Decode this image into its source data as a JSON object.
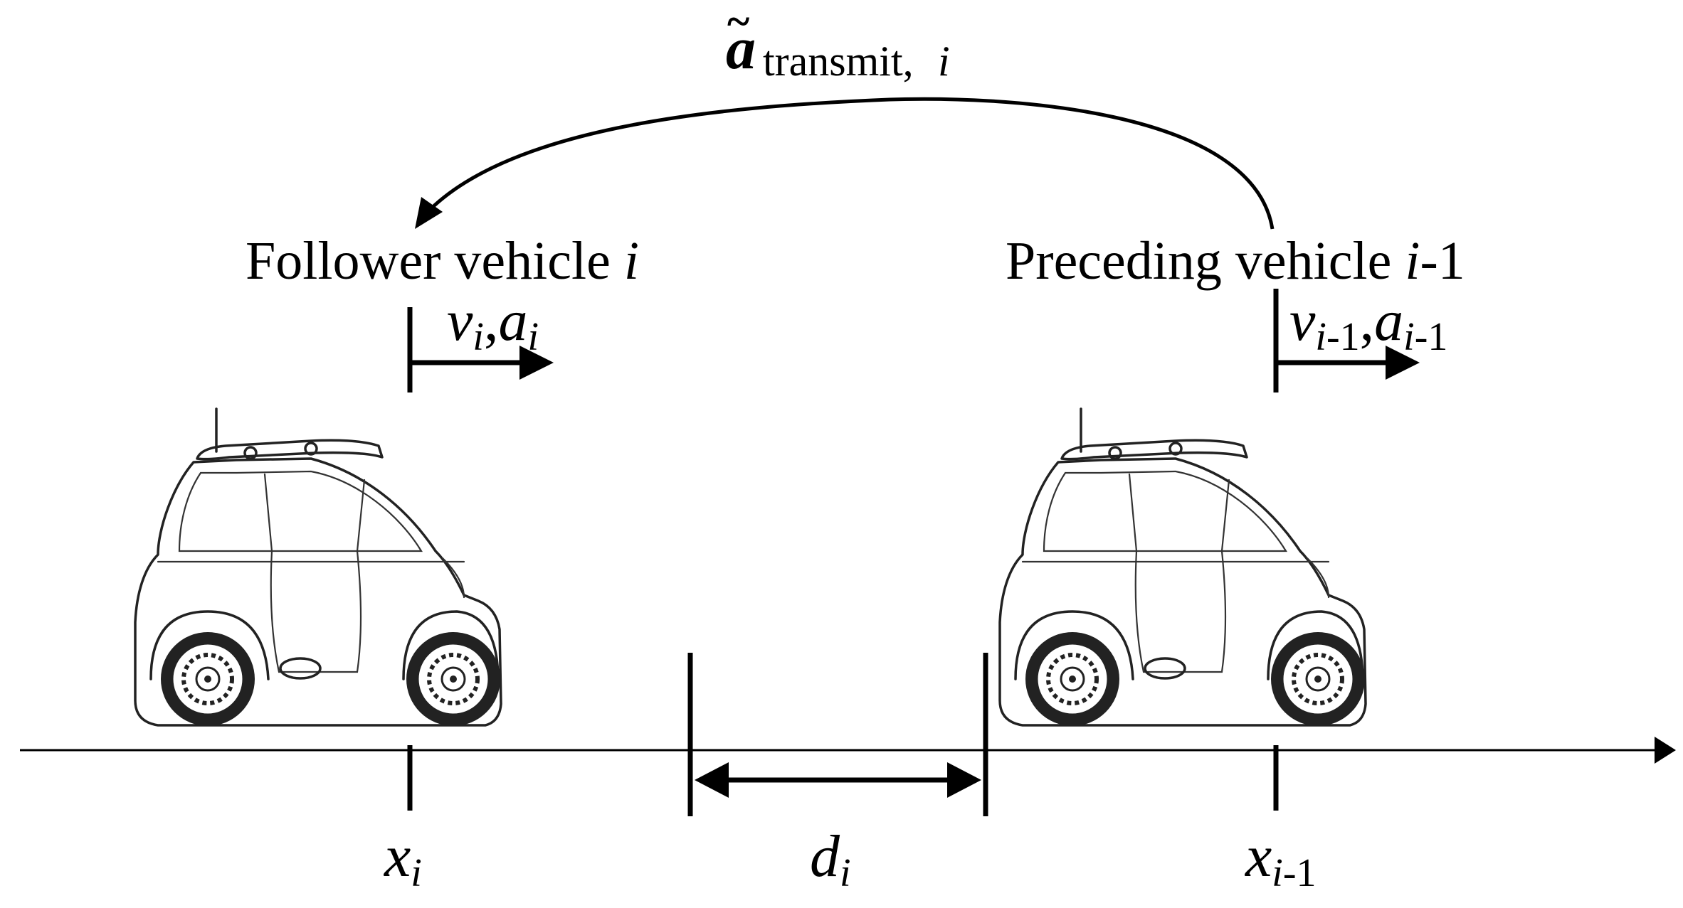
{
  "transmit_label": {
    "base": "a",
    "tilde": "~",
    "subscript": "transmit,",
    "subscript_index": "i"
  },
  "follower": {
    "title": "Follower vehicle ",
    "title_index": "i",
    "velocity_symbol": "v",
    "velocity_sub": "i",
    "separator": ",",
    "accel_symbol": "a",
    "accel_sub": "i",
    "position_symbol": "x",
    "position_sub": "i"
  },
  "preceding": {
    "title": "Preceding vehicle ",
    "title_index": "i",
    "title_suffix": "-1",
    "velocity_symbol": "v",
    "velocity_sub_i": "i",
    "velocity_sub_rest": "-1",
    "separator": ",",
    "accel_symbol": "a",
    "accel_sub_i": "i",
    "accel_sub_rest": "-1",
    "position_symbol": "x",
    "position_sub_i": "i",
    "position_sub_rest": "-1"
  },
  "gap": {
    "symbol": "d",
    "sub": "i"
  },
  "colors": {
    "ink": "#000000",
    "background": "#ffffff"
  }
}
